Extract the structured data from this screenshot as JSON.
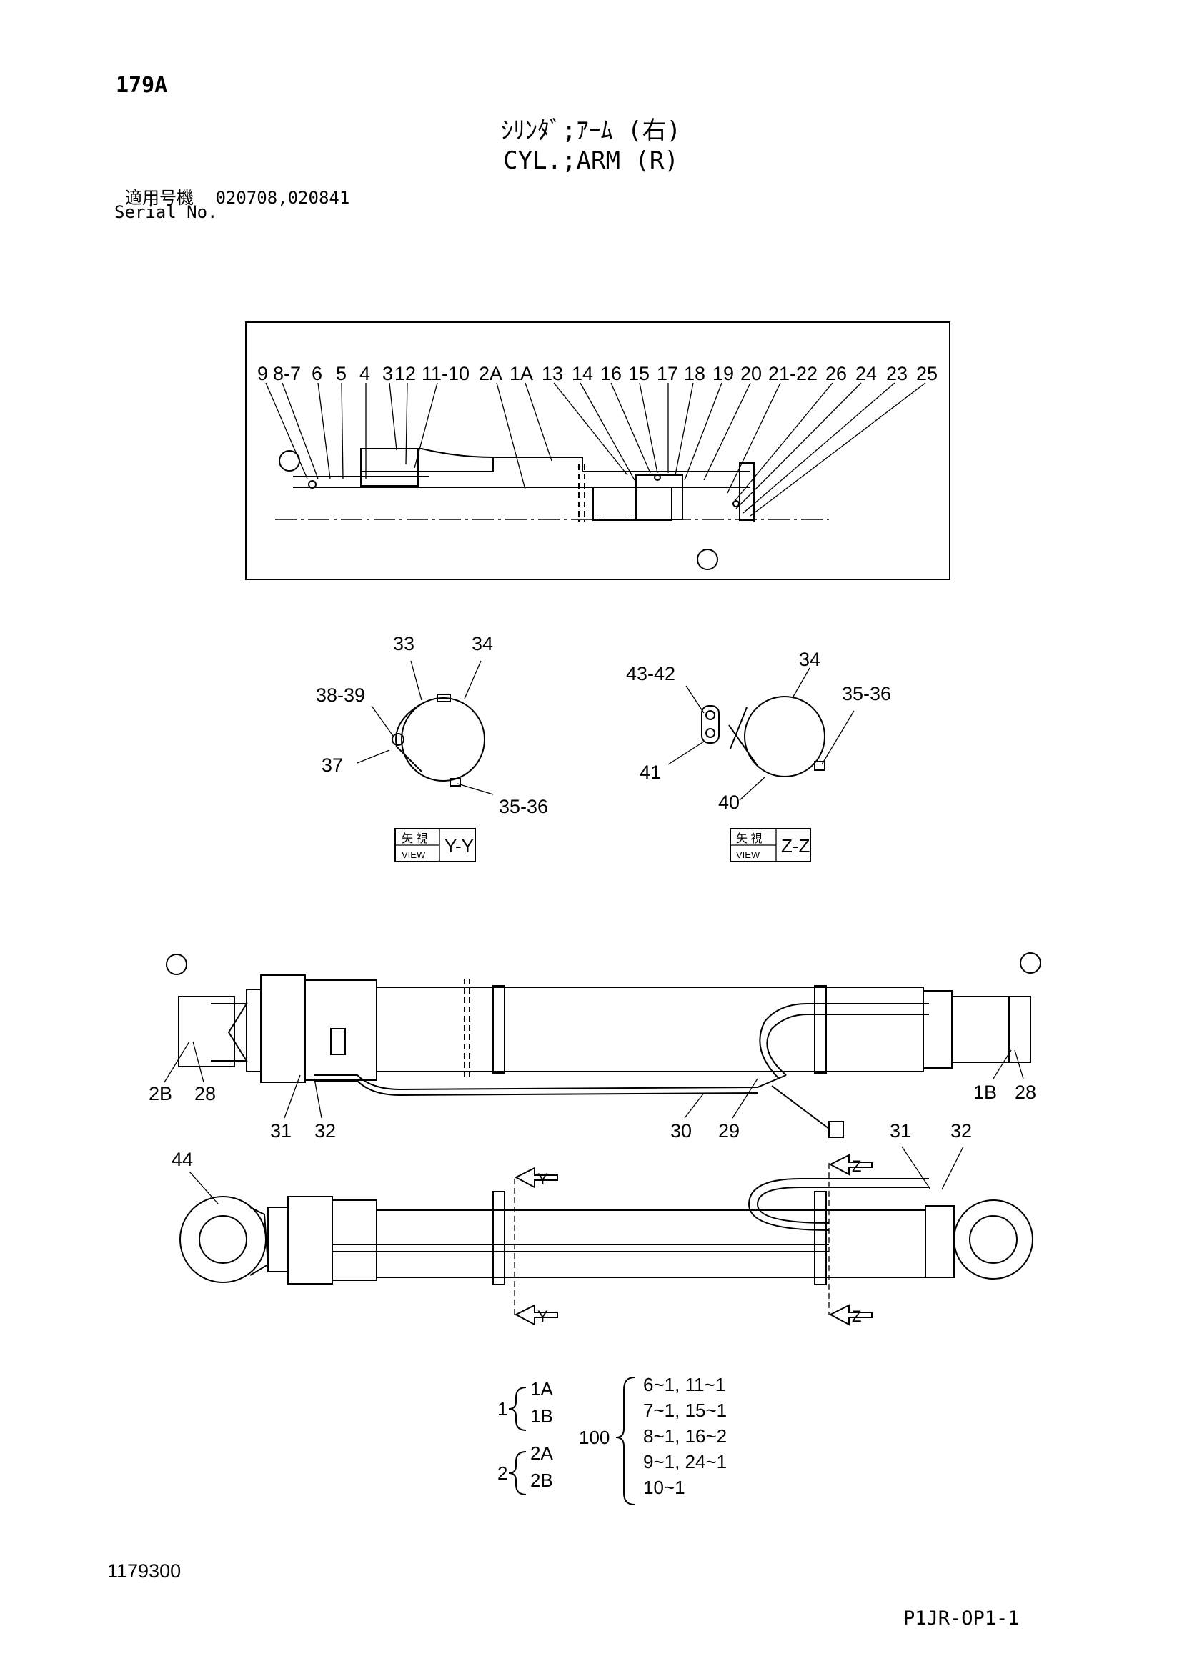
{
  "header": {
    "page_code": "179A",
    "title_jp": "ｼﾘﾝﾀﾞ;ｱｰﾑ (右)",
    "title_en": "CYL.;ARM (R)",
    "serial_label_jp": "適用号機",
    "serial_numbers": "020708,020841",
    "serial_label_en": "Serial No."
  },
  "top_section_callouts": [
    "9",
    "8-7",
    "6",
    "5",
    "4",
    "3",
    "12",
    "11-10",
    "2A",
    "1A",
    "13",
    "14",
    "16",
    "15",
    "17",
    "18",
    "19",
    "20",
    "21-22",
    "26",
    "24",
    "23",
    "25"
  ],
  "view_yy": {
    "callouts": [
      "33",
      "34",
      "38-39",
      "37",
      "35-36"
    ],
    "tag_jp": "矢 視",
    "tag_en": "VIEW",
    "tag_id": "Y-Y"
  },
  "view_zz": {
    "callouts": [
      "43-42",
      "34",
      "35-36",
      "41",
      "40"
    ],
    "tag_jp": "矢 視",
    "tag_en": "VIEW",
    "tag_id": "Z-Z"
  },
  "side_view_callouts": [
    "2B",
    "28",
    "31",
    "32",
    "30",
    "29",
    "1B",
    "28"
  ],
  "top_view_callouts": [
    "44",
    "31",
    "32"
  ],
  "section_arrows": [
    "Y",
    "Y",
    "Z",
    "Z"
  ],
  "assembly": {
    "group1": {
      "id": "1",
      "parts": [
        "1A",
        "1B"
      ]
    },
    "group2": {
      "id": "2",
      "parts": [
        "2A",
        "2B"
      ]
    },
    "kit": {
      "id": "100",
      "lines": [
        "6~1, 11~1",
        "7~1, 15~1",
        "8~1, 16~2",
        "9~1, 24~1",
        "10~1"
      ]
    }
  },
  "footer": {
    "doc_number": "1179300",
    "page_ref": "P1JR-OP1-1"
  }
}
